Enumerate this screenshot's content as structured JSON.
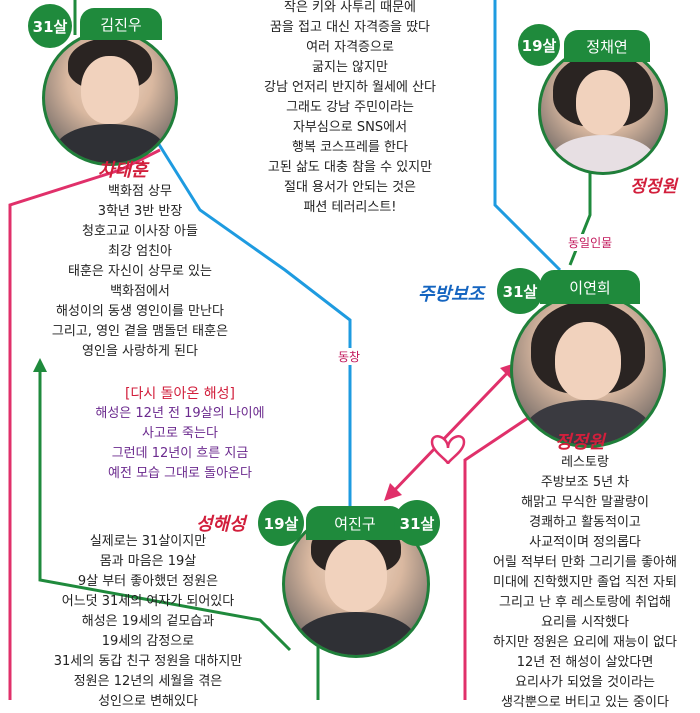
{
  "top_text": {
    "lines": [
      "작은 키와 사투리 때문에",
      "꿈을 접고 대신 자격증을 땄다",
      "여러 자격증으로",
      "굶지는 않지만",
      "강남 언저리 반지하 월세에 산다",
      "그래도 강남 주민이라는",
      "자부심으로 SNS에서",
      "행복 코스프레를 한다",
      "고된 삶도 대충 참을 수 있지만",
      "절대 용서가 안되는 것은",
      "패션 테러리스트!"
    ]
  },
  "kim_jinwoo": {
    "age": "31살",
    "actor": "김진우",
    "character": "차태훈",
    "desc": [
      "백화점 상무",
      "3학년 3반 반장",
      "청호고교 이사장 아들",
      "최강 엄친아",
      "태훈은 자신이 상무로 있는",
      "백화점에서",
      "해성이의 동생 영인이를 만난다",
      "그리고, 영인 곁을 맴돌던 태훈은",
      "영인을 사랑하게 된다"
    ]
  },
  "jung_chaeyeon": {
    "age": "19살",
    "actor": "정채연",
    "character": "정정원"
  },
  "lee_yeonhee": {
    "role": "주방보조",
    "age": "31살",
    "actor": "이연희",
    "character": "정정원",
    "desc": [
      "레스토랑",
      "주방보조 5년 차",
      "해맑고 무식한 말괄량이",
      "경쾌하고 활동적이고",
      "사교적이며 정의롭다",
      "어릴 적부터 만화 그리기를 좋아해",
      "미대에 진학했지만 졸업 직전 자퇴",
      "그리고 난 후 레스토랑에 취업해",
      "요리를 시작했다",
      "하지만 정원은 요리에 재능이 없다",
      "12년 전 해성이 살았다면",
      "요리사가 되었을 것이라는",
      "생각뿐으로 버티고 있는 중이다"
    ]
  },
  "labels": {
    "same_person": "동일인물",
    "classmate": "동창"
  },
  "return_box": {
    "title": "[다시 돌아온 해성]",
    "lines": [
      "해성은 12년 전 19살의 나이에",
      "사고로 죽는다",
      "그런데 12년이 흐른 지금",
      "예전 모습 그대로 돌아온다"
    ]
  },
  "yeo_jingoo": {
    "age_left": "19살",
    "actor": "여진구",
    "age_right": "31살",
    "character": "성해성",
    "desc": [
      "실제로는 31살이지만",
      "몸과 마음은 19살",
      "9살 부터 좋아했던 정원은",
      "어느덧 31세의 여자가 되어있다",
      "해성은 19세의 겉모습과",
      "19세의 감정으로",
      "31세의 동갑 친구 정원을 대하지만",
      "정원은 12년의 세월을 겪은",
      "성인으로 변해있다"
    ]
  },
  "colors": {
    "green": "#1f8a3c",
    "pink": "#e0306a",
    "blue": "#1e9be0",
    "red": "#d21f3c",
    "purple": "#6b2a8e"
  }
}
